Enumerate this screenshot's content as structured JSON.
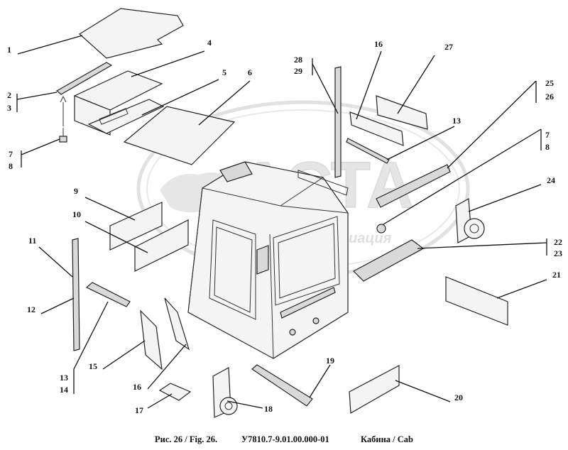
{
  "watermark": {
    "brand": "АСТА",
    "sub": "ассоциация",
    "color": "#c9c9c9"
  },
  "callouts": [
    {
      "id": "c1",
      "text": "1"
    },
    {
      "id": "c2",
      "text": "2"
    },
    {
      "id": "c3",
      "text": "3"
    },
    {
      "id": "c4",
      "text": "4"
    },
    {
      "id": "c5",
      "text": "5"
    },
    {
      "id": "c6",
      "text": "6"
    },
    {
      "id": "c7a",
      "text": "7"
    },
    {
      "id": "c8a",
      "text": "8"
    },
    {
      "id": "c9",
      "text": "9"
    },
    {
      "id": "c10",
      "text": "10"
    },
    {
      "id": "c11",
      "text": "11"
    },
    {
      "id": "c12",
      "text": "12"
    },
    {
      "id": "c13a",
      "text": "13"
    },
    {
      "id": "c14",
      "text": "14"
    },
    {
      "id": "c15",
      "text": "15"
    },
    {
      "id": "c16a",
      "text": "16"
    },
    {
      "id": "c17",
      "text": "17"
    },
    {
      "id": "c18",
      "text": "18"
    },
    {
      "id": "c19",
      "text": "19"
    },
    {
      "id": "c20",
      "text": "20"
    },
    {
      "id": "c21",
      "text": "21"
    },
    {
      "id": "c22",
      "text": "22"
    },
    {
      "id": "c23",
      "text": "23"
    },
    {
      "id": "c24",
      "text": "24"
    },
    {
      "id": "c25",
      "text": "25"
    },
    {
      "id": "c26",
      "text": "26"
    },
    {
      "id": "c27",
      "text": "27"
    },
    {
      "id": "c28",
      "text": "28"
    },
    {
      "id": "c29",
      "text": "29"
    },
    {
      "id": "c16b",
      "text": "16"
    },
    {
      "id": "c13b",
      "text": "13"
    },
    {
      "id": "c7b",
      "text": "7"
    },
    {
      "id": "c8b",
      "text": "8"
    }
  ],
  "caption": {
    "figure": "Рис. 26 / Fig. 26.",
    "code": "У7810.7-9.01.00.000-01",
    "title": "Кабина / Cab"
  }
}
